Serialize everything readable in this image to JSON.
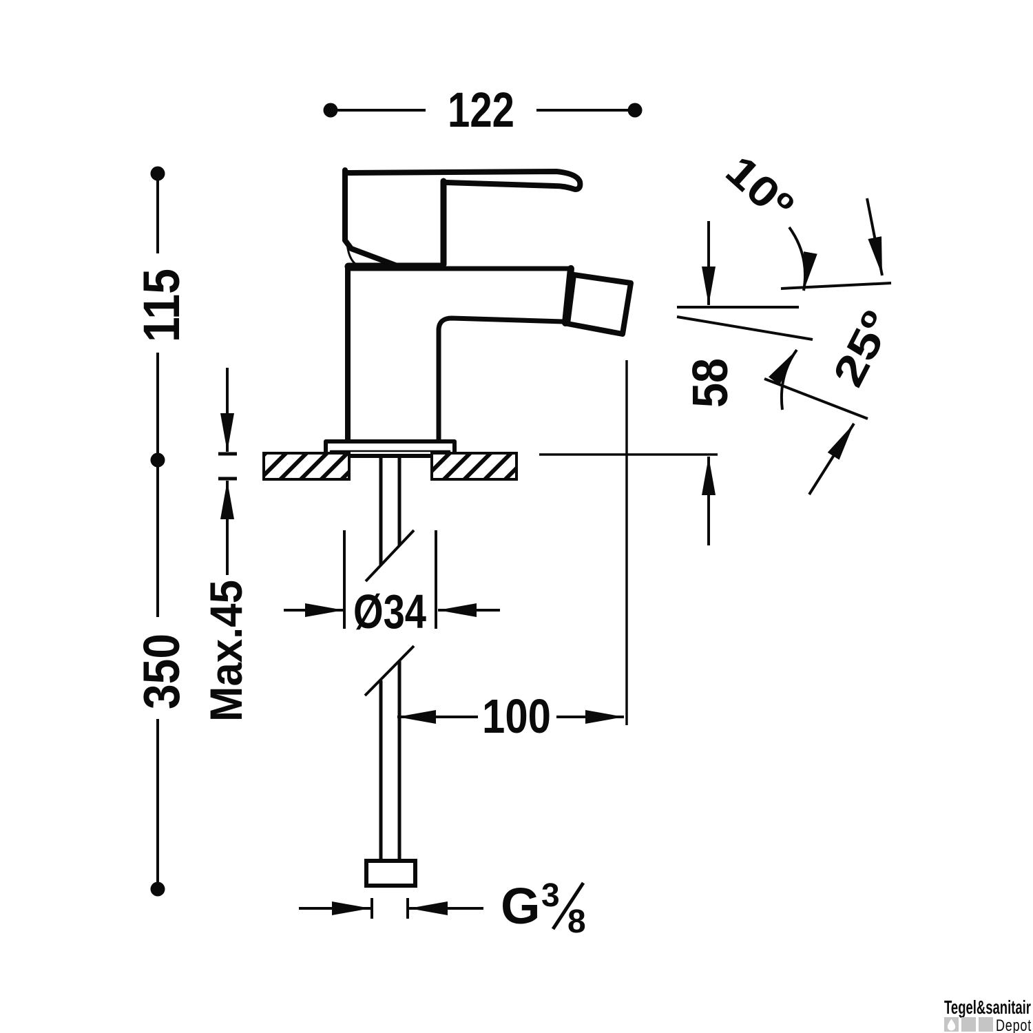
{
  "labels": {
    "overall_width": "122",
    "spout_height": "115",
    "hose_length": "350",
    "max_deck_thickness": "Max.45",
    "shank_diameter": "Ø34",
    "spout_reach": "100",
    "outlet_height": "58",
    "spout_angle": "10º",
    "handle_angle": "25º",
    "thread_letter": "G",
    "thread_numerator": "3",
    "thread_denominator": "8"
  },
  "watermark": {
    "brand": "Tegel&sanitair",
    "sub": "Depot"
  },
  "colors": {
    "ink": "#0a0a0a",
    "watermark_gray": "#c5c5c5",
    "watermark_light": "#d9d9d9",
    "paper": "#ffffff"
  }
}
